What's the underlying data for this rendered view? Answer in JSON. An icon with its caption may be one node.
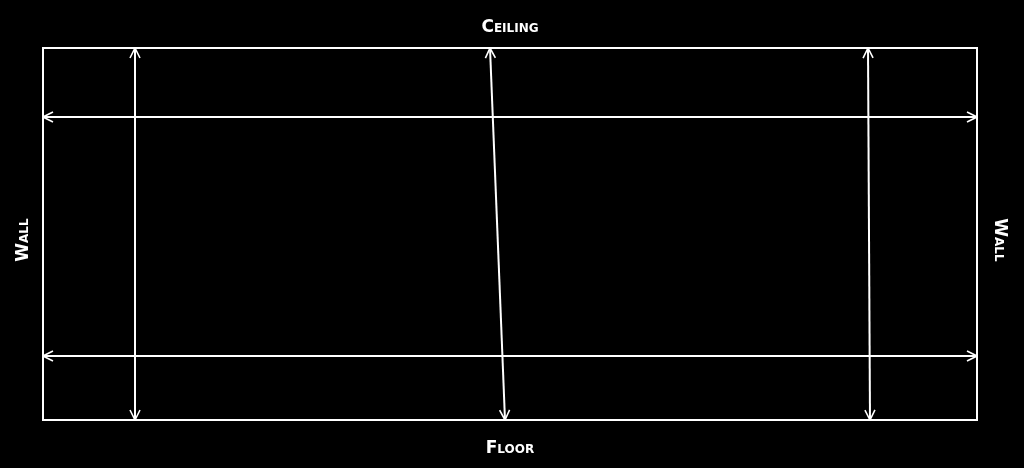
{
  "diagram": {
    "labels": [
      "Ceiling",
      "Wall",
      "Wall",
      "Floor"
    ]
  }
}
